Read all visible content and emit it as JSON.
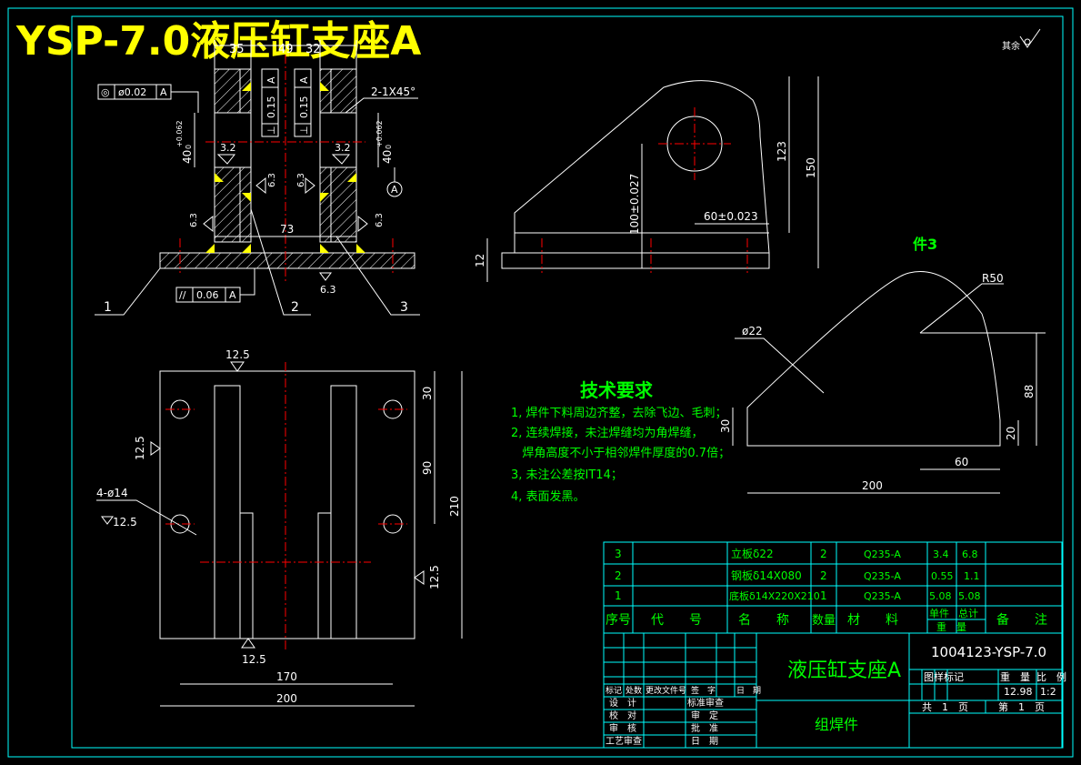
{
  "title": "YSP-7.0液压缸支座A",
  "surface_finish_other": "其余",
  "front_view": {
    "tol_concentricity": [
      "◎",
      "ø0.02",
      "A"
    ],
    "tol_perp_left": [
      "⊥",
      "0.15",
      "A"
    ],
    "tol_perp_right": [
      "⊥",
      "0.15",
      "A"
    ],
    "tol_parallel": [
      "//",
      "0.06",
      "A"
    ],
    "dims": {
      "d35": "35",
      "d49": "49",
      "d32": "32",
      "d73": "73",
      "chamfer": "2-1X45°",
      "bore_left": "40",
      "bore_left_tol": "+0.062",
      "bore_left_tol0": "0",
      "bore_right": "40",
      "bore_right_tol": "+0.062",
      "bore_right_tol0": "0"
    },
    "roughness": {
      "r1": "3.2",
      "r2": "3.2",
      "r3": "6.3",
      "r4": "6.3",
      "r5": "6.3",
      "r6": "6.3",
      "r7": "6.3"
    },
    "datum": "A",
    "balloons": [
      "1",
      "2",
      "3"
    ]
  },
  "side_view": {
    "dims": {
      "d123": "123",
      "d150": "150",
      "d100": "100±0.027",
      "d60": "60±0.023",
      "d12": "12"
    }
  },
  "part3": {
    "label": "件3",
    "dims": {
      "r50": "R50",
      "hole": "ø22",
      "d88": "88",
      "d30": "30",
      "d20": "20",
      "d60": "60",
      "d200": "200"
    }
  },
  "plan_view": {
    "dims": {
      "d30": "30",
      "d90": "90",
      "d210": "210",
      "d170": "170",
      "d200": "200",
      "holes": "4-ø14",
      "r_top": "12.5",
      "r_left": "12.5",
      "r_hole": "12.5",
      "r_right": "12.5",
      "r_bottom": "12.5"
    }
  },
  "tech_req": {
    "heading": "技术要求",
    "lines": [
      "1, 焊件下料周边齐整，去除飞边、毛刺；",
      "2, 连续焊接，未注焊缝均为角焊缝，",
      "   焊角高度不小于相邻焊件厚度的0.7倍；",
      "3, 未注公差按IT14；",
      "4, 表面发黑。"
    ]
  },
  "bom": {
    "rows": [
      {
        "no": "3",
        "code": "",
        "name": "立板δ22",
        "qty": "2",
        "material": "Q235-A",
        "unit": "3.4",
        "total": "6.8",
        "note": ""
      },
      {
        "no": "2",
        "code": "",
        "name": "钢板δ14X080",
        "qty": "2",
        "material": "Q235-A",
        "unit": "0.55",
        "total": "1.1",
        "note": ""
      },
      {
        "no": "1",
        "code": "",
        "name": "底板δ14X220X210",
        "qty": "1",
        "material": "Q235-A",
        "unit": "5.08",
        "total": "5.08",
        "note": ""
      }
    ],
    "header": {
      "no": "序号",
      "code": "代　　号",
      "name": "名　　称",
      "qty": "数量",
      "material": "材　　料",
      "unit_weight": "单件",
      "total_weight": "总计",
      "weight": "重　量",
      "note": "备　　注"
    }
  },
  "title_block": {
    "drawing_name": "液压缸支座A",
    "drawing_no": "1004123-YSP-7.0",
    "type": "组焊件",
    "stage_label": "图样标记",
    "weight_label": "重　量",
    "scale_label": "比　例",
    "weight": "12.98",
    "scale": "1:2",
    "sheets_total": "共　1　页",
    "sheet_no": "第　1　页",
    "revision_headers": [
      "标记",
      "处数",
      "更改文件号",
      "签　字",
      "日　期"
    ],
    "roles_left": [
      "设　计",
      "校　对",
      "审　核",
      "工艺审查"
    ],
    "roles_right": [
      "标准审查",
      "审　定",
      "批　准",
      "日　期"
    ]
  },
  "colors": {
    "frame": "#00ffff",
    "geometry": "#ffffff",
    "center": "#ff0000",
    "text": "#00ff00",
    "title": "#ffff00",
    "weld": "#ffff00"
  }
}
